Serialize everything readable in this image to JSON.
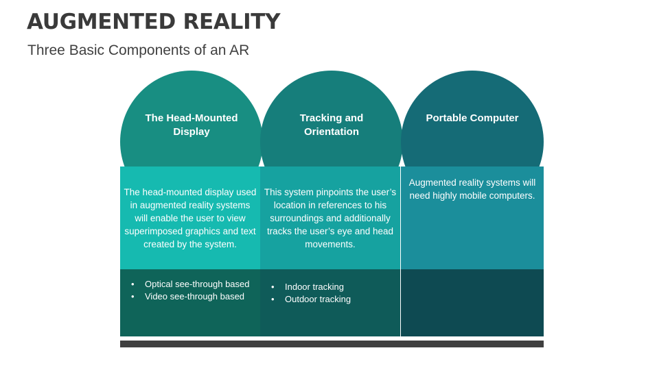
{
  "header": {
    "title": "AUGMENTED REALITY",
    "subtitle": "Three Basic Components of an AR"
  },
  "components": [
    {
      "title": "The Head-Mounted Display",
      "description": "The head-mounted display used in augmented reality systems will enable the user to view superimposed graphics and text created by the system.",
      "bullets": [
        "Optical see-through based",
        "Video see-through based"
      ],
      "colors": {
        "circle": "#188e82",
        "mid": "#16bab0",
        "low": "#0f6459"
      }
    },
    {
      "title": "Tracking and Orientation",
      "description": "This system pinpoints the user’s location in references to his surroundings and additionally tracks the user’s eye and head movements.",
      "bullets": [
        "Indoor tracking",
        "Outdoor tracking"
      ],
      "colors": {
        "circle": "#167e7b",
        "mid": "#16a2a0",
        "low": "#0f5b59"
      }
    },
    {
      "title": "Portable Computer",
      "description": "Augmented reality systems will need highly mobile computers.",
      "bullets": [],
      "colors": {
        "circle": "#156b76",
        "mid": "#1b8e9b",
        "low": "#0e4a52"
      }
    }
  ],
  "footer_bar_color": "#404040"
}
